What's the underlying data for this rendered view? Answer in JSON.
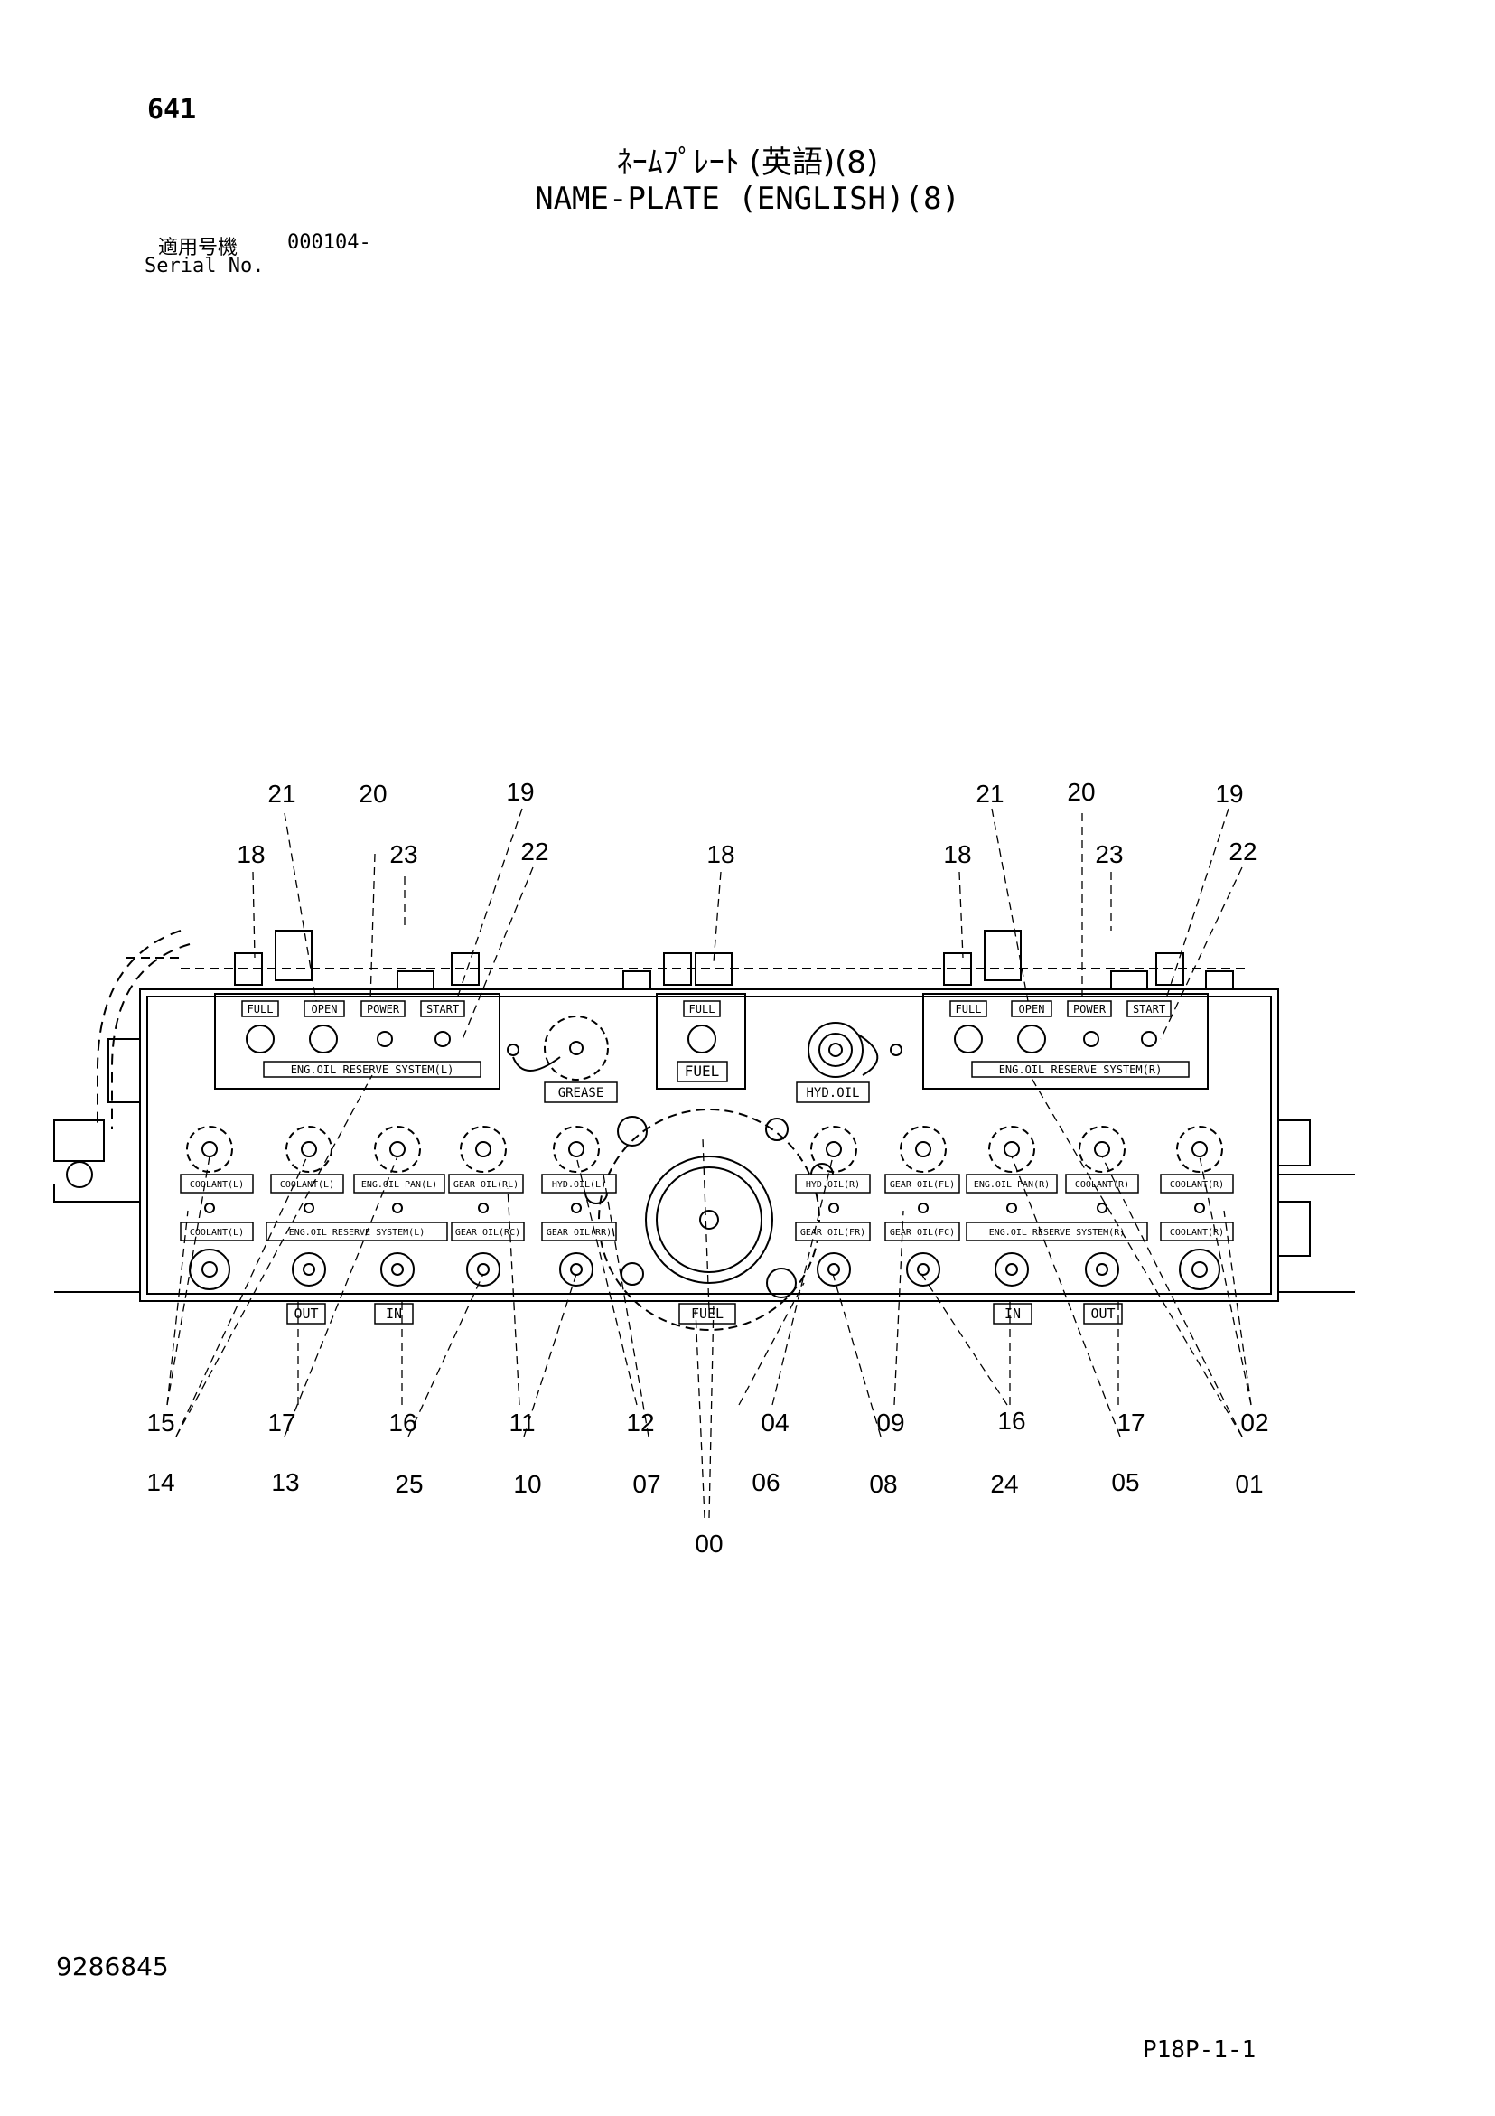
{
  "page_number": "641",
  "title_jp": "ﾈｰﾑﾌﾟﾚｰﾄ (英語)(8)",
  "title_en": "NAME-PLATE (ENGLISH)(8)",
  "serial": {
    "label_jp": "適用号機",
    "value": "000104-",
    "label_en": "Serial No."
  },
  "document_number": "9286845",
  "sheet_ref": "P18P-1-1",
  "plates": {
    "full_l": "FULL",
    "open_l": "OPEN",
    "power_l": "POWER",
    "start_l": "START",
    "reserve_l": "ENG.OIL RESERVE SYSTEM(L)",
    "full_c": "FULL",
    "fuel_c": "FUEL",
    "full_r": "FULL",
    "open_r": "OPEN",
    "power_r": "POWER",
    "start_r": "START",
    "reserve_r": "ENG.OIL RESERVE SYSTEM(R)",
    "grease": "GREASE",
    "hyd_oil": "HYD.OIL",
    "coolant_l1": "COOLANT(L)",
    "coolant_l2": "COOLANT(L)",
    "eng_oil_pan_l": "ENG.OIL PAN(L)",
    "gear_oil_rl": "GEAR OIL(RL)",
    "hyd_oil_l": "HYD.OIL(L)",
    "hyd_oil_r": "HYD.OIL(R)",
    "gear_oil_fl": "GEAR OIL(FL)",
    "eng_oil_pan_r": "ENG.OIL PAN(R)",
    "coolant_r1": "COOLANT(R)",
    "coolant_r2": "COOLANT(R)",
    "coolant_l3": "COOLANT(L)",
    "eng_oil_reserve_l": "ENG.OIL RESERVE SYSTEM(L)",
    "gear_oil_rc": "GEAR OIL(RC)",
    "gear_oil_rr": "GEAR OIL(RR)",
    "gear_oil_fr": "GEAR OIL(FR)",
    "gear_oil_fc": "GEAR OIL(FC)",
    "eng_oil_reserve_r": "ENG.OIL RESERVE SYSTEM(R)",
    "coolant_r3": "COOLANT(R)",
    "out_l": "OUT",
    "in_l": "IN",
    "fuel_b": "FUEL",
    "in_r": "IN",
    "out_r": "OUT"
  },
  "callouts": {
    "c21a": "21",
    "c20a": "20",
    "c19a": "19",
    "c18a": "18",
    "c23a": "23",
    "c22a": "22",
    "c18b": "18",
    "c21b": "21",
    "c20b": "20",
    "c19b": "19",
    "c18c": "18",
    "c23b": "23",
    "c22b": "22",
    "c15": "15",
    "c17a": "17",
    "c16a": "16",
    "c11": "11",
    "c12": "12",
    "c04": "04",
    "c09": "09",
    "c16b": "16",
    "c17b": "17",
    "c02": "02",
    "c14": "14",
    "c13": "13",
    "c25": "25",
    "c10": "10",
    "c07": "07",
    "c06": "06",
    "c08": "08",
    "c24": "24",
    "c05": "05",
    "c01": "01",
    "c00": "00"
  },
  "colors": {
    "ink": "#000000",
    "paper": "#ffffff"
  }
}
